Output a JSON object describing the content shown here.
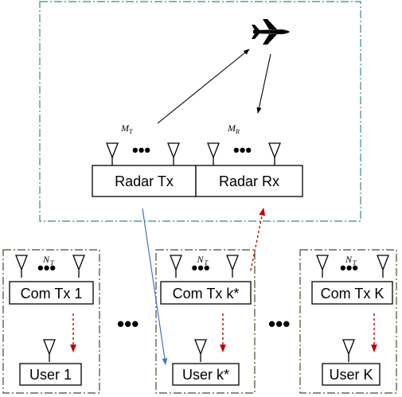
{
  "radar": {
    "tx_label": "Radar Tx",
    "rx_label": "Radar Rx",
    "tx_antenna_symbol": "M",
    "tx_antenna_sub": "T",
    "rx_antenna_symbol": "M",
    "rx_antenna_sub": "R",
    "ellipsis": "•••",
    "target_icon": "airplane-icon"
  },
  "com_cells": [
    {
      "tx_label": "Com Tx 1",
      "user_label": "User 1",
      "antenna_symbol": "N",
      "antenna_sub": "T",
      "ellipsis": "•••"
    },
    {
      "tx_label": "Com Tx k*",
      "user_label": "User k*",
      "antenna_symbol": "N",
      "antenna_sub": "T",
      "ellipsis": "•••"
    },
    {
      "tx_label": "Com Tx K",
      "user_label": "User K",
      "antenna_symbol": "N",
      "antenna_sub": "T",
      "ellipsis": "•••"
    }
  ],
  "between_ellipsis": [
    "•••",
    "•••"
  ],
  "colors": {
    "radar_border": "#2e8b8b",
    "cell_border": "#3d4f2a",
    "blue_arrow": "#4472c4",
    "red_arrow": "#c00000",
    "black": "#000000"
  }
}
